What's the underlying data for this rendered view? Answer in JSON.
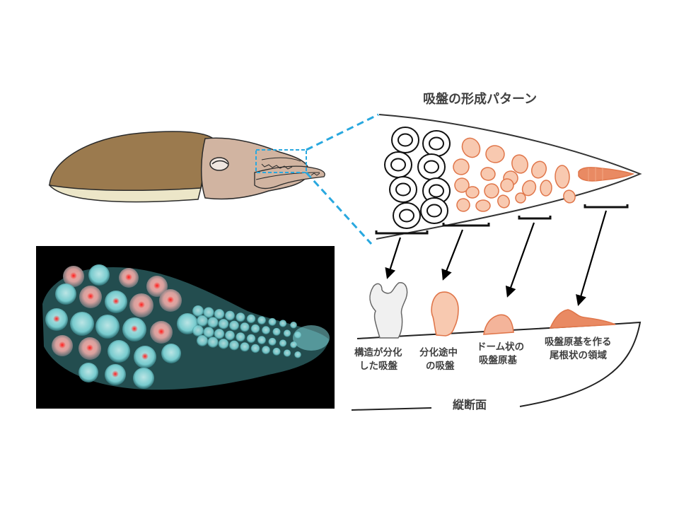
{
  "title": "吸盤の形成パターン",
  "stages": [
    {
      "line1": "構造が分化",
      "line2": "した吸盤"
    },
    {
      "line1": "分化途中",
      "line2": "の吸盤"
    },
    {
      "line1": "ドーム状の",
      "line2": "吸盤原基"
    },
    {
      "line1": "吸盤原基を作る",
      "line2": "尾根状の領域"
    }
  ],
  "section_label": "縦断面",
  "colors": {
    "mature_sucker": "#ffffff",
    "developing_sucker": "#f8c9b0",
    "primordium": "#f4b49a",
    "ridge": "#e98a63",
    "outline_orange": "#e0764a",
    "callout_dash": "#29a8df",
    "cuttlefish_mantle": "#9b7a4e",
    "cuttlefish_body": "#d1b4a1",
    "micro_background": "#000000",
    "micro_cyan": "#7fe3e6",
    "micro_red": "#ff2a2a"
  }
}
